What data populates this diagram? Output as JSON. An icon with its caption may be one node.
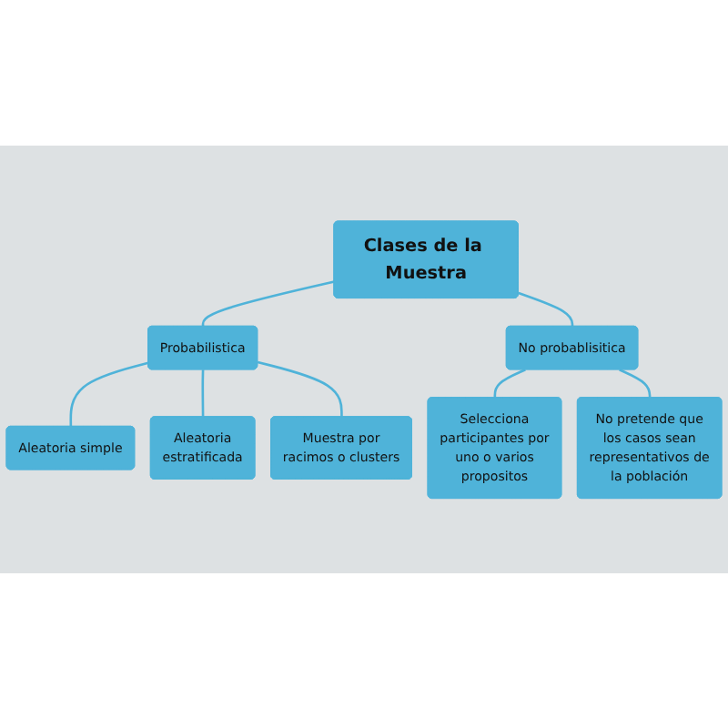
{
  "diagram": {
    "nodes": [
      {
        "text": [
          "Clases de la Muestra"
        ]
      },
      {
        "text": [
          "Probabilistica"
        ]
      },
      {
        "text": [
          "No probablisitica"
        ]
      },
      {
        "text": [
          "Aleatoria simple"
        ]
      },
      {
        "text": [
          "Aleatoria estratificada"
        ]
      },
      {
        "text": [
          "Muestra por racimos o clusters"
        ]
      },
      {
        "text": [
          "Selecciona participantes por uno o varios propositos"
        ]
      },
      {
        "text": [
          "No pretende que los casos sean representativos de la población"
        ]
      }
    ],
    "edges": [
      {
        "from": 0,
        "to": 1,
        "arrow": "none"
      },
      {
        "from": 0,
        "to": 2,
        "arrow": "none"
      },
      {
        "from": 1,
        "to": 3,
        "arrow": "none"
      },
      {
        "from": 1,
        "to": 4,
        "arrow": "none"
      },
      {
        "from": 1,
        "to": 5,
        "arrow": "none"
      },
      {
        "from": 2,
        "to": 6,
        "arrow": "none"
      },
      {
        "from": 2,
        "to": 7,
        "arrow": "none"
      }
    ]
  }
}
